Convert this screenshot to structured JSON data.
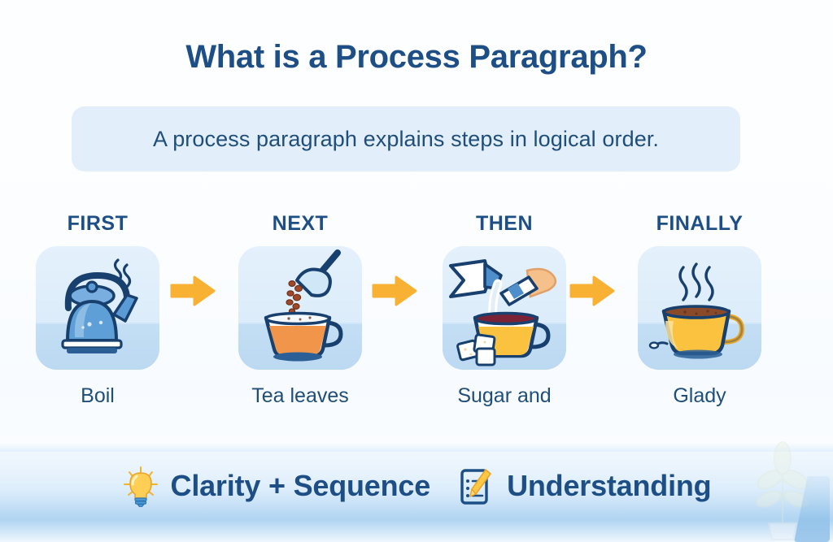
{
  "title": "What is a Process Paragraph?",
  "subtitle": "A process paragraph explains steps in logical order.",
  "colors": {
    "navy": "#1d4f86",
    "text_blue": "#1f4e79",
    "banner_bg": "#e3eefb",
    "card_bg": "#e0edfb",
    "arrow": "#f8b133",
    "accent_yellow": "#ffc844",
    "page_bg": "#fdfeff"
  },
  "steps": [
    {
      "label": "FIRST",
      "caption": "Boil",
      "icon": "kettle-icon"
    },
    {
      "label": "NEXT",
      "caption": "Tea leaves",
      "icon": "scoop-tea-leaves-cup-icon"
    },
    {
      "label": "THEN",
      "caption": "Sugar and",
      "icon": "milk-pour-sugar-cubes-cup-icon"
    },
    {
      "label": "FINALLY",
      "caption": "Glady",
      "icon": "steaming-tea-cup-icon"
    }
  ],
  "arrows": [
    {
      "name": "arrow-step1-to-step2"
    },
    {
      "name": "arrow-step2-to-step3"
    },
    {
      "name": "arrow-step3-to-step4"
    }
  ],
  "footer": [
    {
      "label": "Clarity + Sequence",
      "icon": "lightbulb-icon"
    },
    {
      "label": "Understanding",
      "icon": "clipboard-check-pencil-icon"
    }
  ],
  "decorations": [
    {
      "name": "plant-decoration"
    },
    {
      "name": "blue-object-decoration"
    }
  ]
}
